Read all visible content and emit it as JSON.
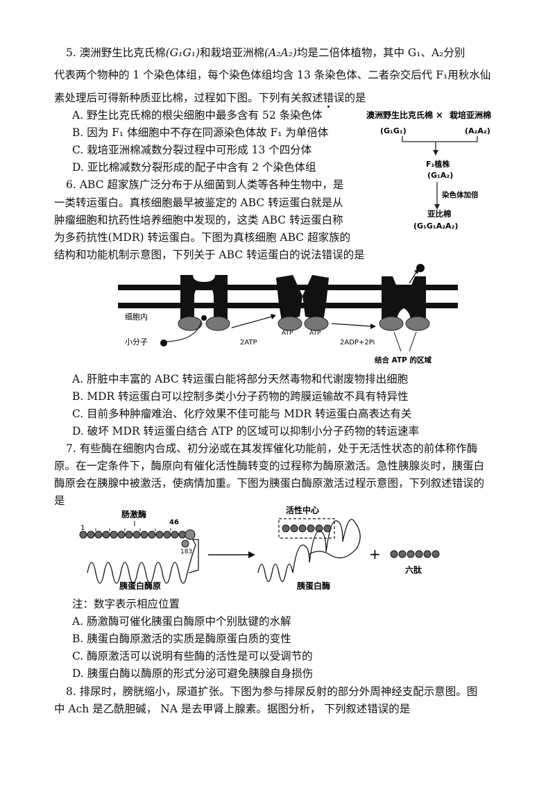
{
  "q5": {
    "l1_a": "5. 澳洲野生比克氏棉",
    "l1_g": "(G₁G₁)",
    "l1_b": "和栽培亚洲棉",
    "l1_a2": "(A₂A₂)",
    "l1_c": "均是二倍体植物，其中 G₁、A₂分别",
    "l2": "代表两个物种的 1 个染色体组，每个染色体组均含 13 条染色体、二者杂交后代 F₁用秋水仙",
    "l3_a": "素处理后可得新种质亚比棉，过程如下图。下列有关叙述",
    "l3_em": "错",
    "l3_b": "误的是",
    "options": [
      "A. 野生比克氏棉的根尖细胞中最多含有 52 条染色体",
      "B. 因为 F₁ 体细胞中不存在同源染色体故 F₁ 为单倍体",
      "C. 栽培亚洲棉减数分裂过程中可形成 13 个四分体",
      "D. 亚比棉减数分裂形成的配子中含有 2 个染色体组"
    ],
    "fig": {
      "p1": "澳洲野生比克氏棉",
      "cross": "×",
      "p2": "栽培亚洲棉",
      "p1g": "(G₁G₁)",
      "p2g": "(A₂A₂)",
      "f1": "F₁植株",
      "f1g": "(G₁A₂)",
      "step": "染色体加倍",
      "prod": "亚比棉",
      "prodg": "(G₁G₁A₂A₂)"
    }
  },
  "q6": {
    "lines": [
      "6. ABC 超家族广泛分布于从细菌到人类等各种生物中，是",
      "一类转运蛋白。真核细胞最早被鉴定的 ABC 转运蛋白就是从",
      "肿瘤细胞和抗药性培养细胞中发现的，这类 ABC 转运蛋白称",
      "为多药抗性(MDR) 转运蛋白。下图为真核细胞 ABC 超家族的",
      "结构和功能机制示意图，下列关于  ABC 转运蛋白的说法错误的是"
    ],
    "fig": {
      "inside": "细胞内",
      "small": "小分子",
      "atp2": "2ATP",
      "adp": "2ADP+2Pi",
      "atp_a": "ATP",
      "atp_b": "ATP",
      "site": "结合 ATP 的区域"
    },
    "options": [
      "A. 肝脏中丰富的 ABC 转运蛋白能将部分天然毒物和代谢废物排出细胞",
      "B. MDR 转运蛋白可以控制多类小分子药物的跨膜运输故不具有特异性",
      "C. 目前多种肿瘤难治、化疗效果不佳可能与 MDR 转运蛋白高表达有关",
      "D. 破坏 MDR 转运蛋白结合 ATP 的区域可以抑制小分子药物的转运速率"
    ]
  },
  "q7": {
    "lines": [
      "7. 有些酶在细胞内合成、初分泌或在其发挥催化功能前，处于无活性状态的前体称作酶",
      "原。在一定条件下，酶原向有催化活性酶转变的过程称为酶原激活。急性胰腺炎时，胰蛋白",
      "酶原会在胰腺中被激活，使病情加重。下图为胰蛋白酶原激活过程示意图，下列叙述错误的",
      "是"
    ],
    "fig": {
      "enzyme": "肠激酶",
      "n1": "1",
      "n46": "46",
      "n183": "183",
      "left": "胰蛋白酶原",
      "center": "活性中心",
      "mid": "胰蛋白酶",
      "plus": "+",
      "hex": "六肽"
    },
    "note": "注：数字表示相应位置",
    "options": [
      "A. 肠激酶可催化胰蛋白酶原中个别肽键的水解",
      "B. 胰蛋白酶原激活的实质是酶原蛋白质的变性",
      "C. 酶原激活可以说明有些酶的活性是可以受调节的",
      "D. 胰蛋白酶以酶原的形式分泌可避免胰腺自身损伤"
    ]
  },
  "q8": {
    "l1": "8. 排尿时，膀胱缩小，尿道扩张。下图为参与排尿反射的部分外周神经支配示意图。图",
    "l2": "中  Ach 是乙酰胆碱，  NA 是去甲肾上腺素。据图分析，  下列叙述错误的是"
  }
}
